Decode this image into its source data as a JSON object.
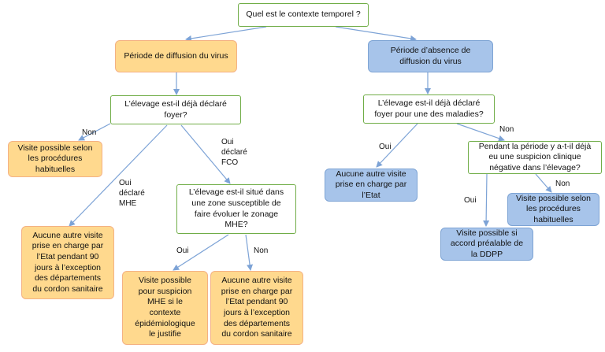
{
  "nodes": {
    "root": "Quel est le contexte temporel ?",
    "diffusion": "Période de diffusion du virus",
    "absence": "Période d’absence de\ndiffusion du virus",
    "q_foyer_left": "L’élevage est-il déjà déclaré\nfoyer?",
    "q_foyer_right": "L’élevage est-il déjà déclaré\nfoyer pour une des maladies?",
    "visite_procedures_left": "Visite possible selon\nles procédures\nhabituelles",
    "aucune_90j_left": "Aucune autre visite\nprise en charge par\nl’Etat pendant 90\njours à l’exception\ndes départements\ndu cordon sanitaire",
    "q_zone": "L’élevage est-il situé dans\nune zone susceptible de\nfaire évoluer le zonage\nMHE?",
    "visite_suspicion_mhe": "Visite possible\npour suspicion\nMHE si le\ncontexte\népidémiologique\nle justifie",
    "aucune_90j_right": "Aucune autre visite\nprise en charge par\nl’Etat pendant 90\njours à l’exception\ndes départements\ndu cordon sanitaire",
    "aucune_etat": "Aucune autre visite\nprise en charge par\nl’Etat",
    "q_suspicion": "Pendant la période y a-t-il déjà\neu une suspicion clinique\nnégative dans l’élevage?",
    "visite_procedures_right": "Visite possible selon\nles procédures\nhabituelles",
    "visite_ddpp": "Visite possible si\naccord préalable de\nla DDPP"
  },
  "labels": {
    "non_1": "Non",
    "oui_mhe": "Oui\ndéclaré\nMHE",
    "oui_fco": "Oui\ndéclaré\nFCO",
    "oui_zone": "Oui",
    "non_zone": "Non",
    "oui_right": "Oui",
    "non_right": "Non",
    "non_suspicion": "Non",
    "oui_suspicion": "Oui"
  },
  "colors": {
    "question_border": "#70ad47",
    "orange_fill": "#ffd98e",
    "blue_fill": "#a7c4ea",
    "arrow": "#7da3d6"
  }
}
